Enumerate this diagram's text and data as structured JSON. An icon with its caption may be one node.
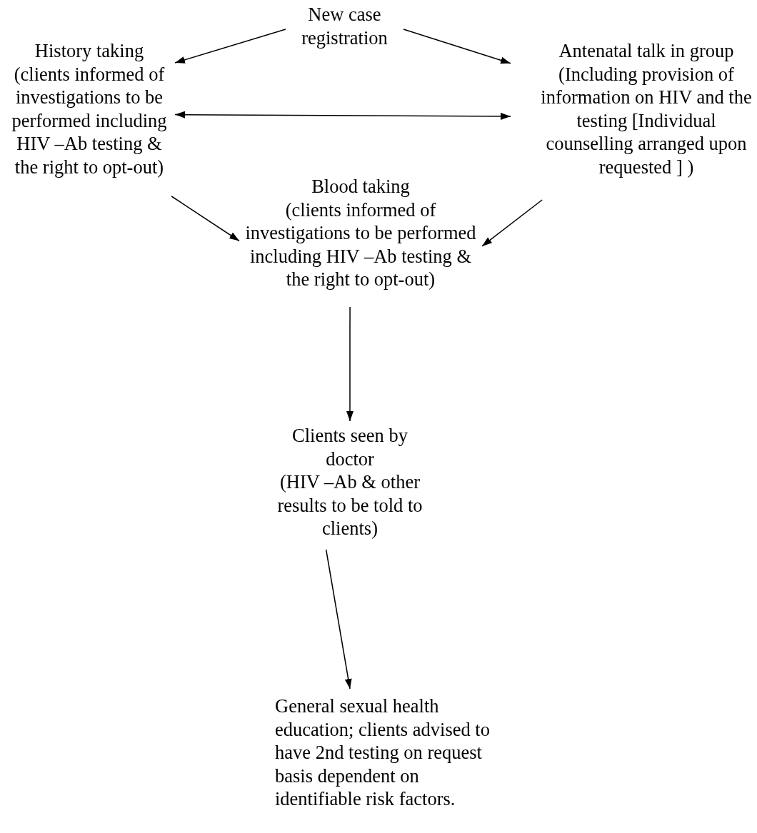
{
  "diagram": {
    "nodes": [
      {
        "text": [
          "New case registration"
        ]
      },
      {
        "text": [
          "History taking",
          "(clients informed of investigations to be performed including HIV –Ab testing & the right to opt-out)"
        ]
      },
      {
        "text": [
          "Antenatal talk in group",
          "(Including provision of information on HIV and the testing [Individual counselling arranged upon requested ] )"
        ]
      },
      {
        "text": [
          "Blood taking",
          "(clients informed of investigations to be performed including HIV –Ab testing & the right to opt-out)"
        ]
      },
      {
        "text": [
          "Clients seen by doctor",
          "(HIV –Ab & other results to be told to clients)"
        ]
      },
      {
        "text": [
          "General sexual health education; clients advised to have 2nd testing on request basis dependent on identifiable risk factors."
        ]
      }
    ],
    "edges": [
      {
        "from": 0,
        "to": 1,
        "arrow": "to"
      },
      {
        "from": 0,
        "to": 2,
        "arrow": "to"
      },
      {
        "from": 1,
        "to": 2,
        "arrow": "both"
      },
      {
        "from": 1,
        "to": 3,
        "arrow": "to"
      },
      {
        "from": 2,
        "to": 3,
        "arrow": "to"
      },
      {
        "from": 3,
        "to": 4,
        "arrow": "to"
      },
      {
        "from": 4,
        "to": 5,
        "arrow": "to"
      }
    ]
  }
}
